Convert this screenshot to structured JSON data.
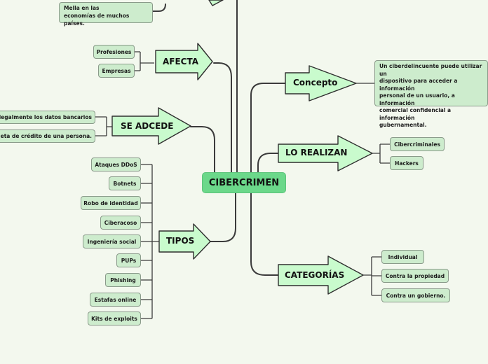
{
  "root": {
    "label": "CIBERCRIMEN"
  },
  "branches": {
    "afecta": {
      "label": "AFECTA",
      "children": [
        "Profesiones",
        "Empresas"
      ]
    },
    "se_adcede": {
      "label": "SE ADCEDE",
      "children": [
        "Ilegalmente los datos bancarios",
        "rjeta de crédito de una persona."
      ]
    },
    "tipos": {
      "label": "TIPOS",
      "children": [
        "Ataques DDoS",
        "Botnets",
        "Robo de identidad",
        "Ciberacoso",
        "Ingeniería social",
        "PUPs",
        "Phishing",
        "Estafas online",
        "Kits de exploits"
      ]
    },
    "concepto": {
      "label": "Concepto",
      "text": "Un ciberdelincuente puede utilizar un\ndispositivo para acceder a información\npersonal de un usuario, a información\ncomercial confidencial a información\ngubernamental."
    },
    "lo_realizan": {
      "label": "LO REALIZAN",
      "children": [
        "Cibercriminales",
        "Hackers"
      ]
    },
    "categorias": {
      "label": "CATEGORÍAS",
      "children": [
        "Individual",
        "Contra la propiedad",
        "Contra un gobierno."
      ]
    },
    "top_note": {
      "text": "Mella en las\neconomías de muchos países."
    }
  },
  "colors": {
    "background": "#f3f8ee",
    "root_fill": "#6bd88a",
    "arrow_fill": "#c9fbcd",
    "leaf_fill": "#cdeccd",
    "connector": "#3b3b3b"
  }
}
